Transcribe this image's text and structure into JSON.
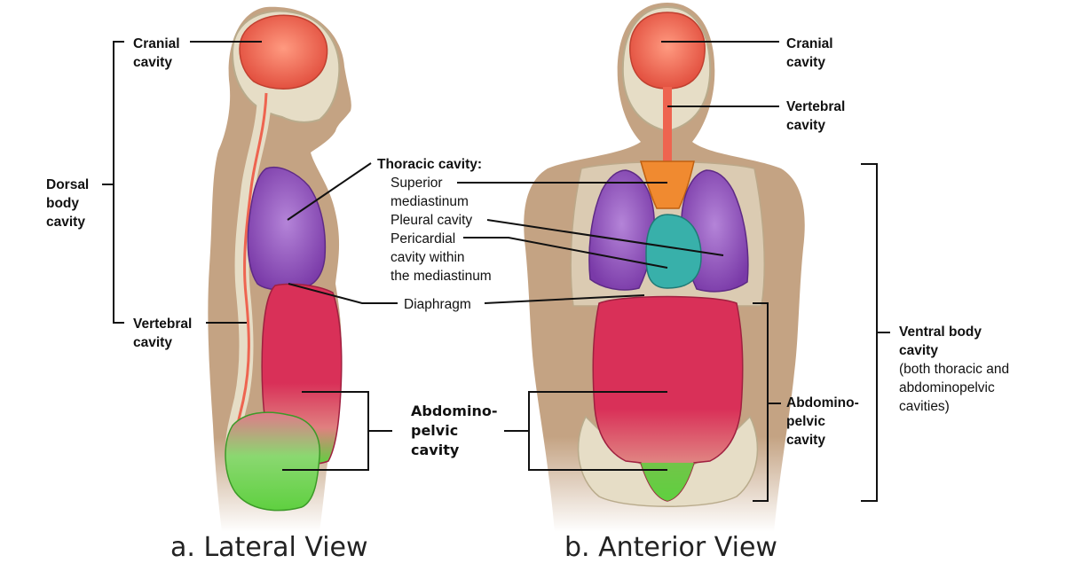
{
  "colors": {
    "skin": "#c4a383",
    "bone": "#e6ddc6",
    "cranial": "#ee6450",
    "lung": "#8a4ab8",
    "abdominal": "#d93058",
    "pelvic": "#5fd040",
    "mediastinum": "#f08a30",
    "pericardial": "#38b0aa",
    "leader": "#111111"
  },
  "lateral": {
    "cranial": "Cranial\ncavity",
    "dorsal": "Dorsal\nbody\ncavity",
    "vertebral": "Vertebral\ncavity",
    "abdomino": "Abdomino-\npelvic\ncavity",
    "caption": "a. Lateral View"
  },
  "thoracic": {
    "title": "Thoracic cavity:",
    "superior": "Superior\n  mediastinum",
    "pleural": "Pleural cavity",
    "pericardial": "Pericardial\n  cavity within\n  the mediastinum",
    "diaphragm": "Diaphragm"
  },
  "anterior": {
    "cranial": "Cranial\ncavity",
    "vertebral": "Vertebral\ncavity",
    "ventral_title": "Ventral body\ncavity",
    "ventral_note": "(both thoracic and\nabdominopelvic\ncavities)",
    "abdomino": "Abdomino-\npelvic\ncavity",
    "caption": "b. Anterior View"
  }
}
